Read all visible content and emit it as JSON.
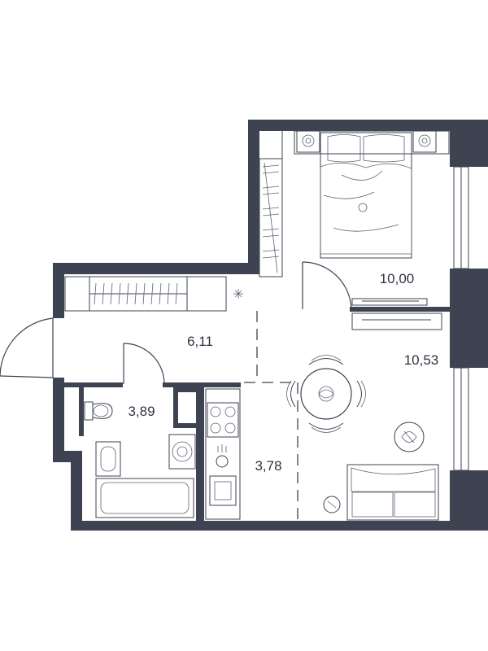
{
  "rooms": [
    {
      "id": "bedroom",
      "area": "10,00"
    },
    {
      "id": "hall",
      "area": "6,11"
    },
    {
      "id": "living",
      "area": "10,53"
    },
    {
      "id": "bathroom",
      "area": "3,89"
    },
    {
      "id": "kitchen",
      "area": "3,78"
    }
  ],
  "colors": {
    "wall": "#3d4350",
    "background": "#ffffff",
    "text": "#2f3440"
  }
}
